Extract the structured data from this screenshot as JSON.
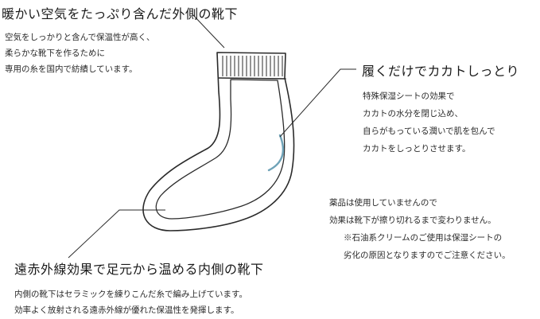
{
  "top_left": {
    "heading": "暖かい空気をたっぷり含んだ外側の靴下",
    "lines": [
      "空気をしっかりと含んで保温性が高く、",
      "柔らかな靴下を作るために",
      "専用の糸を国内で紡績しています。"
    ]
  },
  "top_right": {
    "heading": "履くだけでカカトしっとり",
    "lines": [
      "特殊保湿シートの効果で",
      "カカトの水分を閉じ込め、",
      "自らがもっている潤いで肌を包んで",
      "カカトをしっとりさせます。"
    ]
  },
  "notice": {
    "lines": [
      "薬品は使用していませんので",
      "効果は靴下が擦り切れるまで変わりません。",
      "※石油系クリームのご使用は保湿シートの",
      "劣化の原因となりますのでご注意ください。"
    ]
  },
  "bottom": {
    "heading": "遠赤外線効果で足元から温める内側の靴下",
    "lines": [
      "内側の靴下はセラミックを練りこんだ糸で編み上げています。",
      "効率よく放射される遠赤外線が優れた保温性を発揮します。"
    ]
  },
  "colors": {
    "outline": "#2a2a2a",
    "heel_sheet": "#6fa3b8",
    "text": "#222222"
  }
}
